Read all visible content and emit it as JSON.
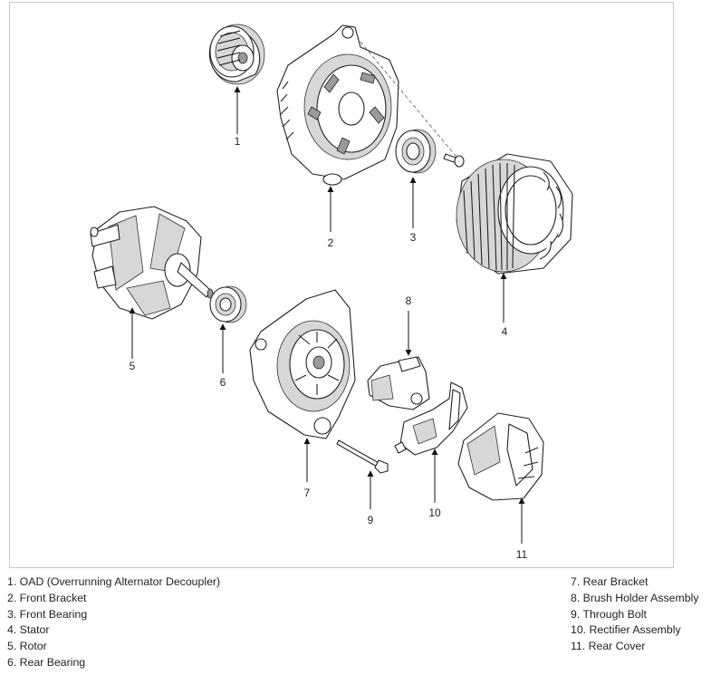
{
  "callouts": [
    "1",
    "2",
    "3",
    "4",
    "5",
    "6",
    "7",
    "8",
    "9",
    "10",
    "11"
  ],
  "legend": {
    "left": [
      "1. OAD (Overrunning Alternator Decoupler)",
      "2. Front Bracket",
      "3. Front Bearing",
      "4. Stator",
      "5. Rotor",
      "6. Rear Bearing"
    ],
    "right": [
      "7. Rear Bracket",
      "8. Brush Holder Assembly",
      "9. Through Bolt",
      "10. Rectifier Assembly",
      "11. Rear Cover"
    ]
  }
}
